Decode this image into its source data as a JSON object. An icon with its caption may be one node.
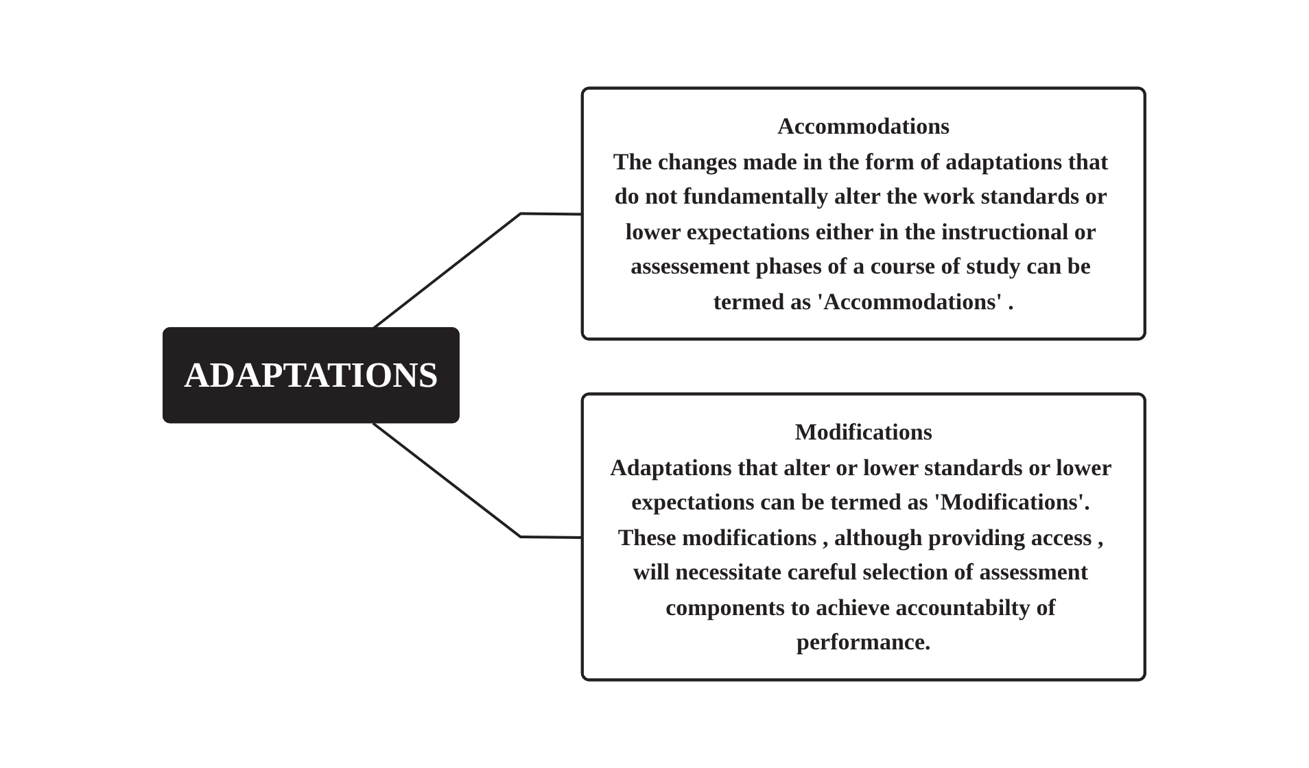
{
  "diagram": {
    "nodes": [
      {
        "text": [
          "ADAPTATIONS"
        ]
      },
      {
        "text": [
          "Accommodations",
          "The changes made in the form of adaptations that do not fundamentally alter the work standards or lower expectations either in the instructional or assessement phases of a course of study can be termed as 'Accommodations' ."
        ]
      },
      {
        "text": [
          "Modifications",
          "Adaptations that alter or lower standards or lower expectations can be termed as 'Modifications'. These modifications , although providing access , will necessitate careful selection of assessment components to achieve accountabilty of performance."
        ]
      }
    ],
    "edges": [
      {
        "from": 0,
        "to": 1,
        "arrow": "none"
      },
      {
        "from": 0,
        "to": 2,
        "arrow": "none"
      }
    ]
  }
}
